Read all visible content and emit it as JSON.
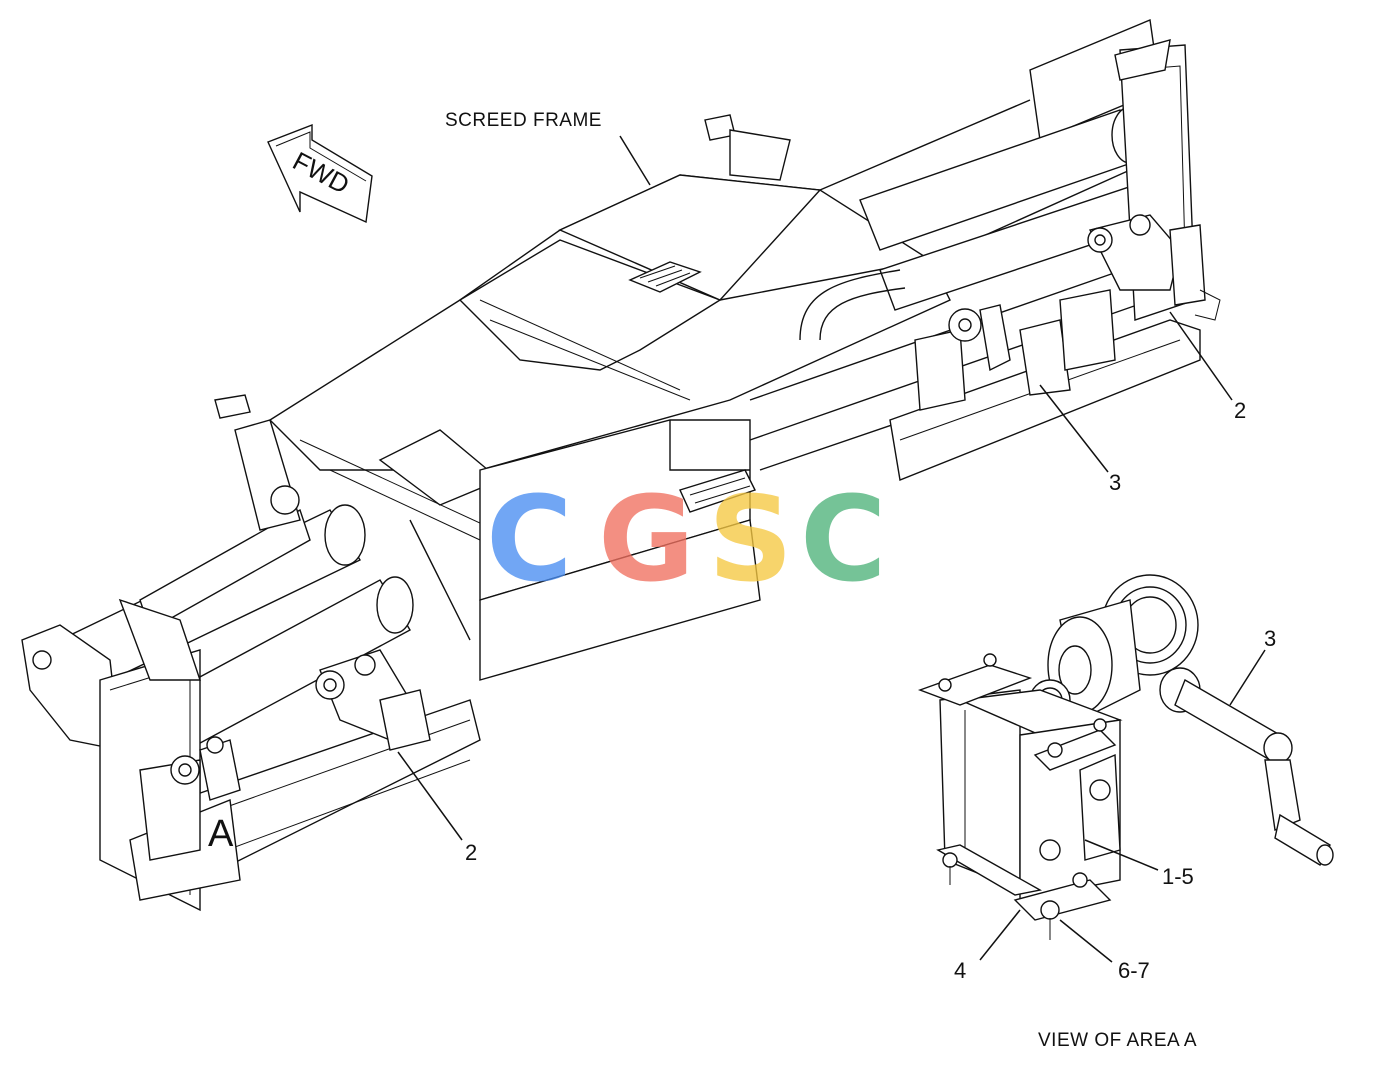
{
  "labels": {
    "screed_frame": "SCREED FRAME",
    "fwd_arrow": "FWD",
    "area_letter": "A",
    "view_caption": "VIEW OF AREA A"
  },
  "callouts": {
    "left_crank": "2",
    "right_crank": "2",
    "right_handle": "3",
    "detail_handle": "3",
    "detail_parts": "1-5",
    "detail_bracket": "4",
    "detail_bolts": "6-7"
  },
  "watermark": {
    "letters": [
      "C",
      "G",
      "S",
      "C"
    ],
    "colors": [
      "#4a8ef2",
      "#f07060",
      "#f5c842",
      "#4fb37a"
    ]
  }
}
